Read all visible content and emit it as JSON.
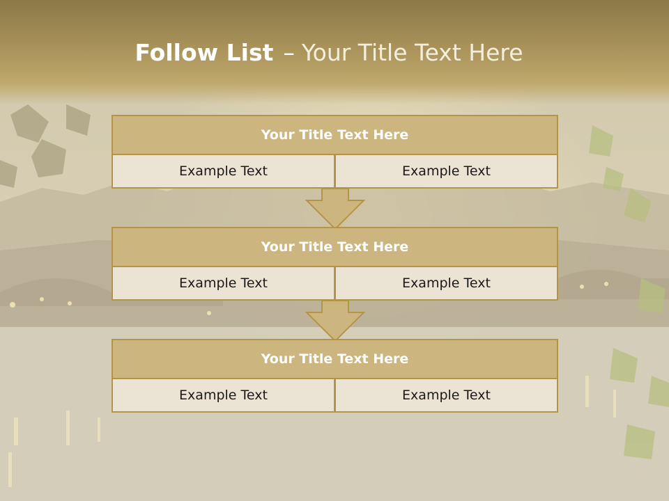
{
  "slide": {
    "title_strong": "Follow List",
    "title_sep": "–",
    "title_rest": "Your Title Text Here"
  },
  "blocks": [
    {
      "title": "Your Title Text Here",
      "left": "Example Text",
      "right": "Example Text"
    },
    {
      "title": "Your Title Text Here",
      "left": "Example Text",
      "right": "Example Text"
    },
    {
      "title": "Your Title Text Here",
      "left": "Example Text",
      "right": "Example Text"
    }
  ],
  "colors": {
    "header_band": "#a58f57",
    "block_head": "#cdb57f",
    "block_border": "#b39548",
    "cell_bg": "#ebe3d4",
    "arrow_fill": "#cdb57f"
  }
}
